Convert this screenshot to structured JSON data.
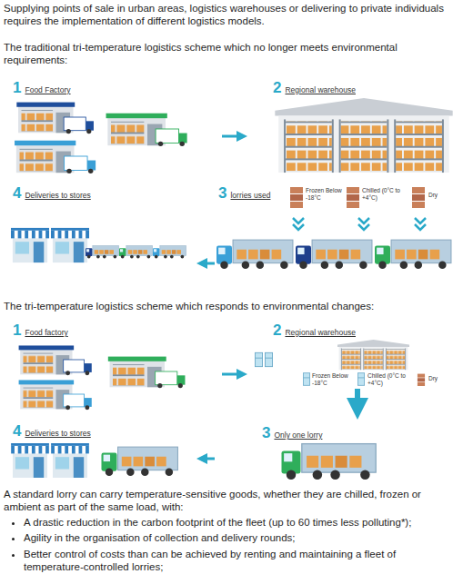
{
  "diagram": {
    "nodes": [
      {
        "text": [
          "1",
          "Food Factory"
        ]
      },
      {
        "text": [
          "2",
          "Regional warehouse"
        ]
      },
      {
        "text": [
          "3",
          "lorries used"
        ]
      },
      {
        "text": [
          "4",
          "Deliveries to stores"
        ]
      },
      {
        "text": [
          "1",
          "Food factory"
        ]
      },
      {
        "text": [
          "2",
          "Regional warehouse"
        ]
      },
      {
        "text": [
          "3",
          "Only one lorry"
        ]
      },
      {
        "text": [
          "4",
          "Deliveries to stores"
        ]
      }
    ],
    "edges": [
      {
        "from": 0,
        "to": 1,
        "arrow": "to"
      },
      {
        "from": 2,
        "to": 3,
        "arrow": "to"
      },
      {
        "from": 4,
        "to": 5,
        "arrow": "to"
      },
      {
        "from": 5,
        "to": 6,
        "arrow": "to"
      },
      {
        "from": 6,
        "to": 7,
        "arrow": "to"
      }
    ],
    "labels": [
      "Supplying points of sale in urban areas, logistics warehouses or delivering to private individuals requires the implementation of different logistics models.",
      "The traditional tri-temperature logistics scheme which no longer meets environmental requirements:",
      "Frozen Below -18°C",
      "Chilled (0°C to +4°C)",
      "Dry",
      "The tri-temperature logistics scheme which responds to environmental changes:",
      "Frozen Below -18°C",
      "Chilled (0°C to +4°C)",
      "Dry",
      "A standard lorry can carry temperature-sensitive goods, whether they are chilled, frozen or ambient as part of the same load, with:",
      "A drastic reduction in the carbon footprint of the fleet (up to 60 times less polluting*);",
      "Agility in the organisation of collection and delivery rounds;",
      "Better control of costs than can be achieved by renting and maintaining a fleet of temperature-controlled lorries;"
    ]
  }
}
